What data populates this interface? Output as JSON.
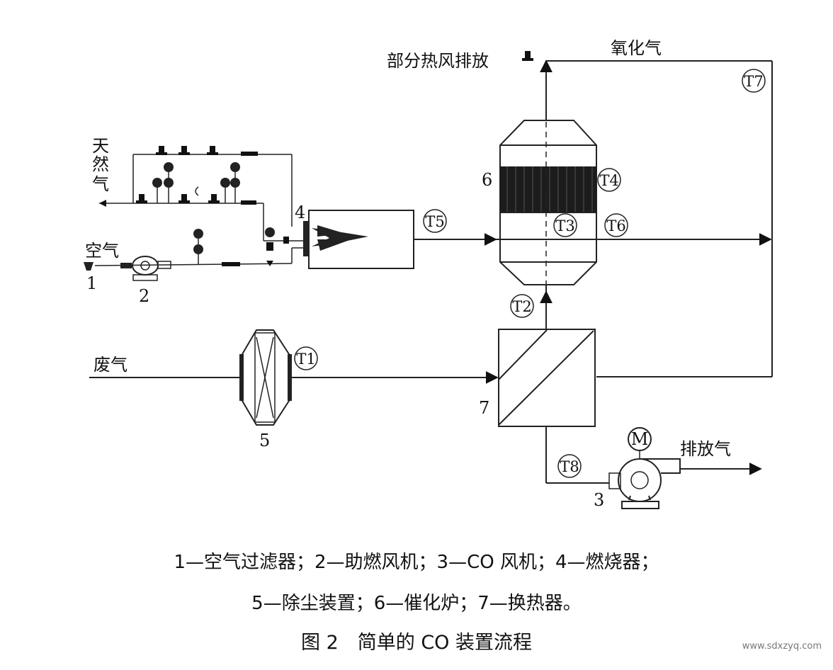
{
  "labels": {
    "natural_gas": [
      "天",
      "然",
      "气"
    ],
    "air": "空气",
    "waste_gas": "废气",
    "partial_hot_air_release": "部分热风排放",
    "oxidized_gas": "氧化气",
    "exhaust": "排放气",
    "motor": "M"
  },
  "equipment_numbers": {
    "n1": "1",
    "n2": "2",
    "n3": "3",
    "n4": "4",
    "n5": "5",
    "n6": "6",
    "n7": "7"
  },
  "temperature_points": {
    "T1": "T1",
    "T2": "T2",
    "T3": "T3",
    "T4": "T4",
    "T5": "T5",
    "T6": "T6",
    "T7": "T7",
    "T8": "T8"
  },
  "legend": {
    "line1": "1—空气过滤器；2—助燃风机；3—CO 风机；4—燃烧器；",
    "line2": "5—除尘装置；6—催化炉；7—换热器。"
  },
  "figure_title": "图 2　简单的 CO 装置流程",
  "watermark": "www.sdxzyq.com"
}
